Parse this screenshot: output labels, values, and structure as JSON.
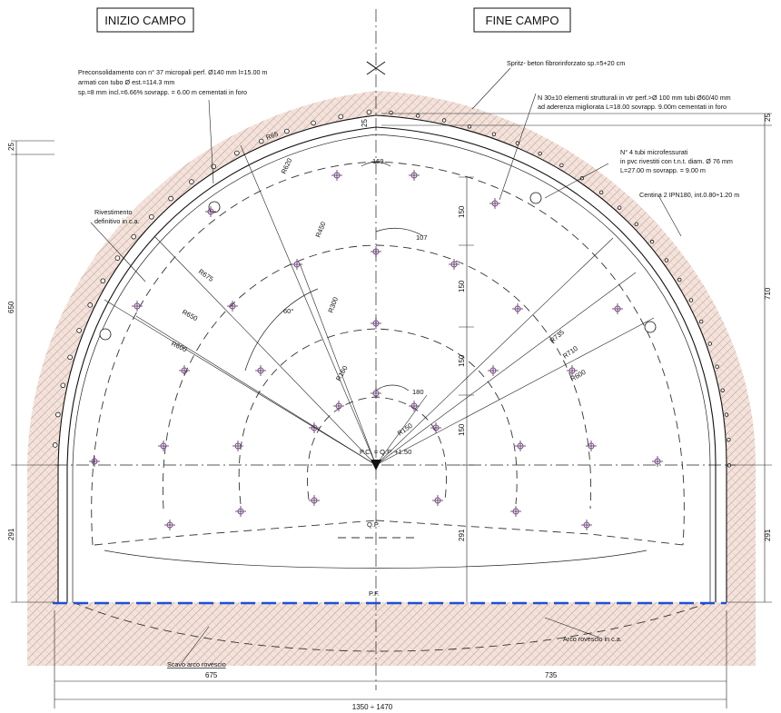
{
  "titles": {
    "left": "INIZIO CAMPO",
    "right": "FINE CAMPO"
  },
  "notes": {
    "micropali_1": "Preconsolidamento con n° 37 micropali perf. Ø140 mm l=15.00 m",
    "micropali_2": "armati con tubo Ø est.=114.3 mm",
    "micropali_3": "sp.=8 mm incl.=6.66% sovrapp. = 6.00 m cementati in foro",
    "spritz": "Spritz- beton fibrorinforzato sp.=5+20 cm",
    "vtr_1": "N 30±10 elementi strutturali in vtr perf.>Ø 100 mm tubi Ø60/40 mm",
    "vtr_2": "ad aderenza migliorata L=18.00 sovrapp. 9.00m cementati in foro",
    "tubi_1": "N° 4 tubi microfessurati",
    "tubi_2": "in pvc rivestiti con t.n.t. diam. Ø 76 mm",
    "tubi_3": "L=27.00 m sovrapp. = 9.00 m",
    "centina": "Centina 2 IPN180, int.0.80÷1.20 m",
    "rivestimento_1": "Rivestimento",
    "rivestimento_2": "definitivo in c.a.",
    "scavo": "Scavo arco rovescio",
    "arco": "Arco rovescio in c.a.",
    "pc": "P.C. = Q.P. +1.50",
    "qp": "Q.P.",
    "pf": "P.F."
  },
  "radii": {
    "r65": "R65",
    "r620": "R620",
    "r675": "R675",
    "r650": "R650",
    "r600": "R600",
    "r450": "R450",
    "r300": "R300",
    "r150": "R150",
    "r160": "R160",
    "r735": "R735",
    "r710": "R710",
    "r600b": "R600"
  },
  "angles": {
    "a169": "169",
    "a107": "107",
    "a60": "60°",
    "a180": "180"
  },
  "dimensions": {
    "d25a": "25",
    "d25b": "25",
    "d25c": "25",
    "d650": "650",
    "d710": "710",
    "d291a": "291",
    "d291b": "291",
    "d291c": "291",
    "d150a": "150",
    "d150b": "150",
    "d150c": "150",
    "d150d": "150",
    "d675": "675",
    "d735": "735",
    "dtotal": "1350 ÷ 1470"
  },
  "colors": {
    "invert_line": "#1e4fd6",
    "ground": "#f0e0d8",
    "hatch": "#c7a99a",
    "marker": "#8a3fa0"
  }
}
